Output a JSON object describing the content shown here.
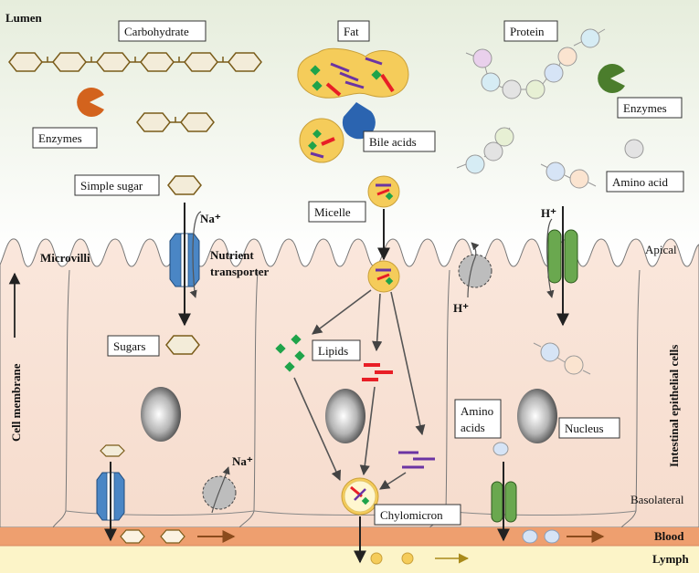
{
  "labels": {
    "lumen": "Lumen",
    "carbohydrate": "Carbohydrate",
    "fat": "Fat",
    "protein": "Protein",
    "enzymes_left": "Enzymes",
    "enzymes_right": "Enzymes",
    "bile_acids": "Bile acids",
    "simple_sugar": "Simple sugar",
    "micelle": "Micelle",
    "amino_acid": "Amino acid",
    "na_top": "Na⁺",
    "h_top": "H⁺",
    "h_left": "H⁺",
    "na_bottom": "Na⁺",
    "microvilli": "Microvilli",
    "nutrient_transporter_1": "Nutrient",
    "nutrient_transporter_2": "transporter",
    "apical": "Apical",
    "cell_membrane": "Cell membrane",
    "intestinal_epithelial_cells": "Intestinal epithelial cells",
    "sugars": "Sugars",
    "lipids": "Lipids",
    "amino_acids_1": "Amino",
    "amino_acids_2": "acids",
    "nucleus": "Nucleus",
    "chylomicron": "Chylomicron",
    "basolateral": "Basolateral",
    "blood": "Blood",
    "lymph": "Lymph"
  },
  "colors": {
    "lumen_top": "#e9efde",
    "cell_fill": "#f9e3d6",
    "blood_band": "#ed9e70",
    "lymph_band": "#fcf3c6",
    "fat_yellow": "#f5cc5a",
    "transporter_blue": "#4a86c5",
    "transporter_green": "#6aa84f",
    "enzyme_orange": "#d3631d",
    "enzyme_blue": "#2b64b0",
    "enzyme_green": "#4b7d2c",
    "lipid_green": "#1fa34a",
    "lipid_red": "#e81e26",
    "lipid_purple": "#6b34a3",
    "arrow_dark": "#222222",
    "arrow_brown": "#8a4b1c"
  }
}
